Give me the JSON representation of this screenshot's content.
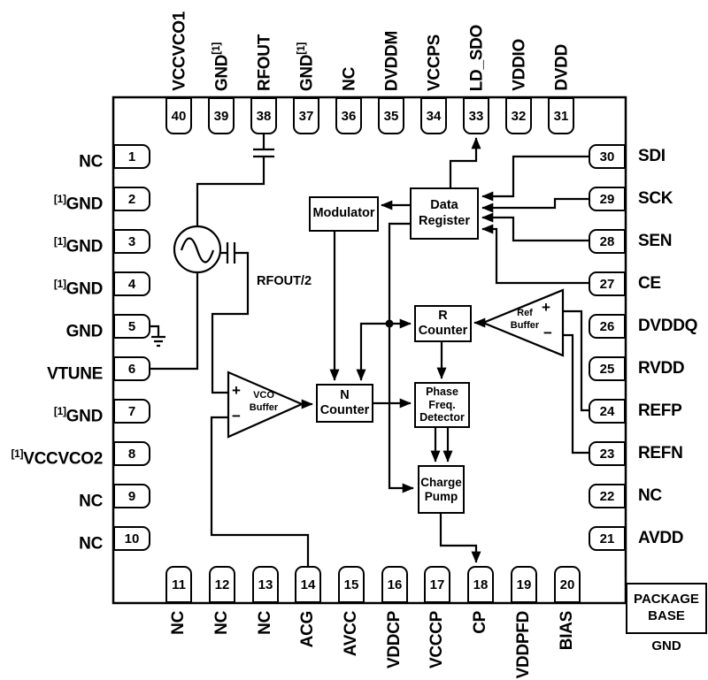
{
  "colors": {
    "line": "#000000",
    "background": "#ffffff"
  },
  "pins": {
    "top": [
      {
        "num": "40",
        "label": "VCCVCO1",
        "note": ""
      },
      {
        "num": "39",
        "label": "GND",
        "note": "[1]"
      },
      {
        "num": "38",
        "label": "RFOUT",
        "note": ""
      },
      {
        "num": "37",
        "label": "GND",
        "note": "[1]"
      },
      {
        "num": "36",
        "label": "NC",
        "note": ""
      },
      {
        "num": "35",
        "label": "DVDDM",
        "note": ""
      },
      {
        "num": "34",
        "label": "VCCPS",
        "note": ""
      },
      {
        "num": "33",
        "label": "LD_SDO",
        "note": ""
      },
      {
        "num": "32",
        "label": "VDDIO",
        "note": ""
      },
      {
        "num": "31",
        "label": "DVDD",
        "note": ""
      }
    ],
    "left": [
      {
        "num": "1",
        "label": "NC",
        "note": ""
      },
      {
        "num": "2",
        "label": "GND",
        "note": "[1]"
      },
      {
        "num": "3",
        "label": "GND",
        "note": "[1]"
      },
      {
        "num": "4",
        "label": "GND",
        "note": "[1]"
      },
      {
        "num": "5",
        "label": "GND",
        "note": ""
      },
      {
        "num": "6",
        "label": "VTUNE",
        "note": ""
      },
      {
        "num": "7",
        "label": "GND",
        "note": "[1]"
      },
      {
        "num": "8",
        "label": "VCCVCO2",
        "note": "[1]"
      },
      {
        "num": "9",
        "label": "NC",
        "note": ""
      },
      {
        "num": "10",
        "label": "NC",
        "note": ""
      }
    ],
    "right": [
      {
        "num": "30",
        "label": "SDI"
      },
      {
        "num": "29",
        "label": "SCK"
      },
      {
        "num": "28",
        "label": "SEN"
      },
      {
        "num": "27",
        "label": "CE"
      },
      {
        "num": "26",
        "label": "DVDDQ"
      },
      {
        "num": "25",
        "label": "RVDD"
      },
      {
        "num": "24",
        "label": "REFP"
      },
      {
        "num": "23",
        "label": "REFN"
      },
      {
        "num": "22",
        "label": "NC"
      },
      {
        "num": "21",
        "label": "AVDD"
      }
    ],
    "bottom": [
      {
        "num": "11",
        "label": "NC"
      },
      {
        "num": "12",
        "label": "NC"
      },
      {
        "num": "13",
        "label": "NC"
      },
      {
        "num": "14",
        "label": "ACG"
      },
      {
        "num": "15",
        "label": "AVCC"
      },
      {
        "num": "16",
        "label": "VDDCP"
      },
      {
        "num": "17",
        "label": "VCCCP"
      },
      {
        "num": "18",
        "label": "CP"
      },
      {
        "num": "19",
        "label": "VDDPFD"
      },
      {
        "num": "20",
        "label": "BIAS"
      }
    ]
  },
  "blocks": {
    "modulator": "Modulator",
    "data_register": "Data Register",
    "r_counter": "R Counter",
    "n_counter": "N Counter",
    "pfd": "Phase Freq. Detector",
    "charge_pump": "Charge Pump",
    "vco_buffer": "VCO Buffer",
    "ref_buffer": "Ref Buffer"
  },
  "annotations": {
    "rfout_div2": "RFOUT/2",
    "plus": "+",
    "minus": "−",
    "package_base": "PACKAGE BASE",
    "package_gnd": "GND"
  }
}
